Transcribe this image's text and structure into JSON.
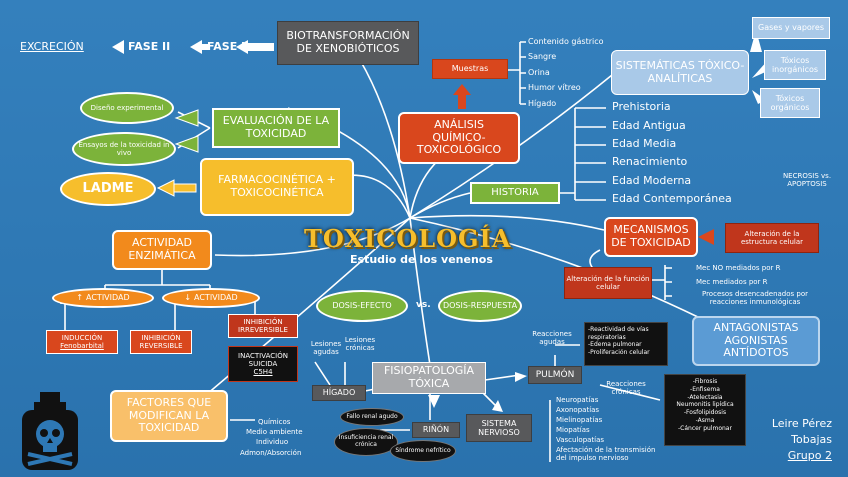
{
  "title": "TOXICOLOGÍA",
  "subtitle": "Estudio de los venenos",
  "top_chain": {
    "excrecion": "EXCRECIÓN",
    "fase2": "FASE II",
    "fase1": "FASE I",
    "biotrans": "BIOTRANSFORMACIÓN DE XENOBIÓTICOS"
  },
  "muestras": {
    "label": "Muestras",
    "items": [
      "Contenido gástrico",
      "Sangre",
      "Orina",
      "Humor vítreo",
      "Hígado"
    ]
  },
  "analisis": "ANÁLISIS QUÍMICO-TOXICOLÓGICO",
  "sistematicas": "SISTEMÁTICAS TÓXICO-ANALÍTICAS",
  "gases": [
    "Gases y vapores",
    "Tóxicos inorgánicos",
    "Tóxicos orgánicos"
  ],
  "historia": {
    "label": "HISTORIA",
    "items": [
      "Prehistoria",
      "Edad Antigua",
      "Edad Media",
      "Renacimiento",
      "Edad Moderna",
      "Edad Contemporánea"
    ]
  },
  "evaluacion": {
    "label": "EVALUACIÓN DE LA TOXICIDAD",
    "diseno": "Diseño experimental",
    "ensayos": "Ensayos de la toxicidad in vivo"
  },
  "farmaco": "FARMACOCINÉTICA + TOXICOCINÉTICA",
  "ladme": "LADME",
  "actividad": {
    "label": "ACTIVIDAD ENZIMÁTICA",
    "up": "ACTIVIDAD",
    "down": "ACTIVIDAD",
    "induccion": "INDUCCIÓN",
    "fenobarbital": "Fenobarbital",
    "inhib_rev": "INHIBICIÓN REVERSIBLE",
    "inhib_irrev": "INHIBICIÓN IRREVERSIBLE",
    "inactivacion": "INACTIVACIÓN SUICIDA",
    "c5h4": "C5H4"
  },
  "dosis": {
    "efecto": "DOSIS-EFECTO",
    "vs": "vs.",
    "respuesta": "DOSIS-RESPUESTA"
  },
  "mecanismos": {
    "label": "MECANISMOS DE TOXICIDAD",
    "necrosis": "NECROSIS vs. APOPTOSIS",
    "alteracion_estructura": "Alteración de la estructura celular",
    "alteracion_funcion": "Alteración de la función celular",
    "items": [
      "Mec NO mediados por R",
      "Mec mediados por R",
      "Procesos desencadenados por reacciones inmunológicas"
    ]
  },
  "antagonistas": "ANTAGONISTAS AGONISTAS ANTÍDOTOS",
  "fisiopatologia": {
    "label": "FISIOPATOLOGÍA TÓXICA",
    "higado": "HÍGADO",
    "lesiones_agudas": "Lesiones agudas",
    "lesiones_cronicas": "Lesiones crónicas",
    "rinon": "RIÑÓN",
    "fallo_renal": "Fallo renal agudo",
    "insuficiencia": "Insuficiencia renal crónica",
    "sindrome": "Síndrome nefrítico",
    "pulmon": "PULMÓN",
    "reacciones_agudas": "Reacciones agudas",
    "reacciones_cronicas": "Reacciones crónicas",
    "agudas_items": [
      "-Reactividad de vías respiratorias",
      "-Edema pulmonar",
      "-Proliferación celular"
    ],
    "cronicas_items": [
      "-Fibrosis",
      "-Enfisema",
      "-Atelectasia",
      "Neumonitis lipídica",
      "-Fosfolipidosis",
      "-Asma",
      "-Cáncer pulmonar"
    ],
    "sistema_nervioso": "SISTEMA NERVIOSO",
    "sn_items": [
      "Neuropatías",
      "Axonopatías",
      "Mielinopatías",
      "Miopatías",
      "Vasculopatías",
      "Afectación de la transmisión del impulso nervioso"
    ]
  },
  "factores": {
    "label": "FACTORES QUE MODIFICAN LA TOXICIDAD",
    "items": [
      "Químicos",
      "Medio ambiente",
      "Individuo",
      "Admon/Absorción"
    ]
  },
  "authors": [
    "Leire Pérez",
    "Tobajas",
    "Grupo 2"
  ],
  "icon": "poison-bottle-skull-icon"
}
